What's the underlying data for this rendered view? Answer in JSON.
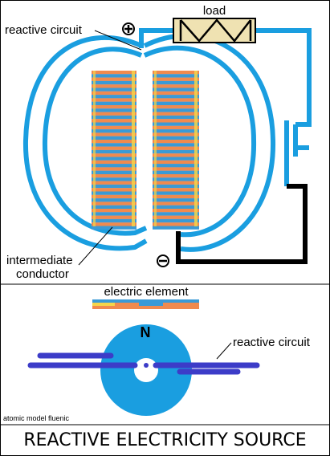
{
  "labels": {
    "reactive_circuit_top": "reactive circuit",
    "load": "load",
    "plus": "+",
    "minus": "−",
    "intermediate_conductor_line1": "intermediate",
    "intermediate_conductor_line2": "conductor",
    "electric_element": "electric element",
    "magnet_pole": "N",
    "reactive_circuit_bottom": "reactive circuit",
    "credit": "atomic model fluenic",
    "title": "REACTIVE ELECTRICITY SOURCE"
  },
  "colors": {
    "conductor_blue": "#1a9ee0",
    "coil_orange": "#f08a4e",
    "coil_blue": "#3a9ad6",
    "coil_yellow": "#f5d54a",
    "coil_lavender": "#c8bde6",
    "load_fill": "#efe2b2",
    "wire_black": "#000000",
    "disc_blue": "#1a9ee0",
    "bar_purple": "#3c3cc8"
  }
}
